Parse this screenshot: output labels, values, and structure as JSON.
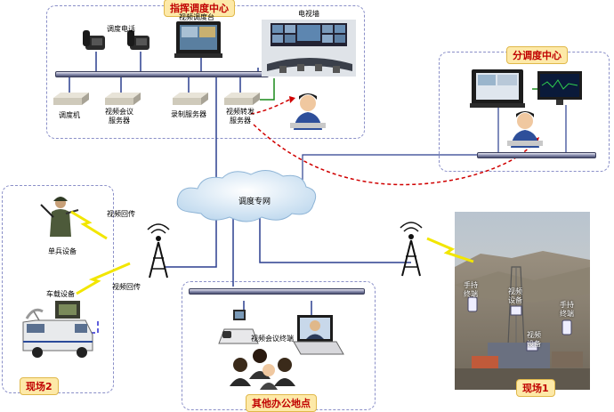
{
  "zones": {
    "command_center": "指挥调度中心",
    "sub_center": "分调度中心",
    "site2": "现场2",
    "offices": "其他办公地点",
    "site1": "现场1"
  },
  "labels": {
    "dispatch_phone": "调度电话",
    "video_console": "视频调度台",
    "tv_wall": "电视墙",
    "dispatcher": "调度机",
    "video_conf_server": "视频会议\n服务器",
    "recording_server": "录制服务器",
    "video_forward_server": "视频转发\n服务器",
    "dispatch_network": "调度专网",
    "video_return_1": "视频回传",
    "soldier_device": "单兵设备",
    "vehicle_device": "车载设备",
    "video_return_2": "视频回传",
    "video_conf_terminal": "视频会议终端",
    "handheld_1": "手持\n终端",
    "video_device_1": "视频\n设备",
    "video_device_2": "视频\n设备",
    "handheld_2": "手持\n终端"
  },
  "colors": {
    "zone_border": "#8a8fc8",
    "zone_title_text": "#c00000",
    "zone_title_bg": "#fde9a8",
    "network_line": "#2b3f8f",
    "green_line": "#1a8a1a",
    "dashed_red": "#d00000",
    "wireless_bolt": "#f2e600"
  }
}
